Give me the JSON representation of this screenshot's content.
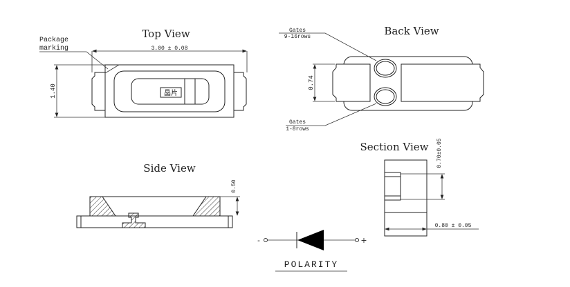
{
  "top_view": {
    "title": "Top View",
    "package_label_1": "Package",
    "package_label_2": "marking",
    "width_dim": "3.00 ± 0.08",
    "height_dim": "1.40",
    "chip_label": "晶片"
  },
  "back_view": {
    "title": "Back View",
    "gates_top_1": "Gates",
    "gates_top_2": "9-16rows",
    "gates_bottom_1": "Gates",
    "gates_bottom_2": "1-8rows",
    "height_dim": "0.74"
  },
  "side_view": {
    "title": "Side View",
    "height_dim": "0.50"
  },
  "section_view": {
    "title": "Section View",
    "height_dim": "0.70±0.05",
    "width_dim": "0.80 ± 0.05"
  },
  "polarity": {
    "label": "POLARITY",
    "minus": "-",
    "plus": "+"
  }
}
